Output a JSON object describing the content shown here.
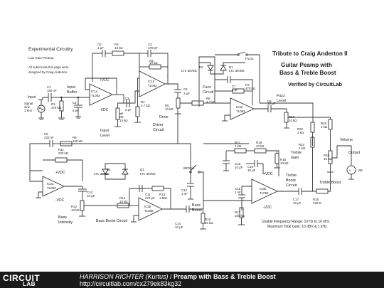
{
  "header": {
    "title": "Experimental Circuitry",
    "subtitle": "Low-Gain Preamp",
    "note_line1": "All subcircuits this page were",
    "note_line2": "designed by Craig Anderton."
  },
  "tribute": {
    "title": "Tribute to Craig Anderton II",
    "subtitle_line1": "Guitar Peamp with",
    "subtitle_line2": "Bass & Treble Boost",
    "verified": "Verified by CircuitLab"
  },
  "blocks": {
    "input": "Input",
    "input_buffer_1": "Input",
    "input_buffer_2": "Buffer",
    "input_level_1": "Input",
    "input_level_2": "Level",
    "driver_1": "Driver",
    "driver_2": "Circuit",
    "drive": "Drive",
    "fuzz_circuit_1": "Fuzz",
    "fuzz_circuit_2": "Circuit",
    "fuzz_level_1": "Fuzz",
    "fuzz_level_2": "Level",
    "volume": "Volume",
    "output": "Output",
    "treble_gain_1": "Treble",
    "treble_gain_2": "Gain",
    "treble_boost_circuit_1": "Treble",
    "treble_boost_circuit_2": "Boost",
    "treble_boost_circuit_3": "Circuit",
    "treble_boost": "Treble Boost",
    "bass_intensity_1": "Bass",
    "bass_intensity_2": "Intensity",
    "bass_boost_circuit": "Bass Boost Circuit",
    "bass_boost_1": "Bass",
    "bass_boost_2": "Boost",
    "bbtone": "BBTone",
    "fuzz1": "Fuzz1",
    "vm": "VM",
    "signal_1": "Signal",
    "signal_2": "sine",
    "signal_3": "1 kHz"
  },
  "rails": {
    "vdc_pos": "+VDC",
    "vdc_neg": "-VDC"
  },
  "opamps": {
    "ic1a": "IC1a",
    "ic1a_part": "TL082",
    "ic1b": "IC1b",
    "ic1b_part": "TL082",
    "ic3a": "IC3a",
    "ic3a_part": "TL082",
    "ic2a": "IC2a",
    "ic2a_part": "TL082",
    "ic2b": "IC2b",
    "ic2b_part": "TL082",
    "ic3b": "IC3b",
    "ic3b_part": "TL082"
  },
  "components": {
    "c1": "C1",
    "c1_val": "100 nF",
    "r1": "R1",
    "r1_val": "470 kΩ",
    "c2": "C2",
    "c2_val": "5 pF",
    "c5": "C5",
    "c5_val": "1 μF",
    "r3": "R3",
    "r3_val": "10 kΩ",
    "c4": "C4",
    "c4_val": "470 pF",
    "r2": "R2",
    "r2_val": "10 kΩ",
    "c3": "C3",
    "c3_val": "2 μF",
    "r4": "R4",
    "r4_val": "4.7 kΩ",
    "c6": "C6",
    "c6_val": "2 μF",
    "r5": "R5",
    "r5_val": "10 kΩ",
    "r6": "R6",
    "r6_val": "10 kΩ",
    "d2": "D2",
    "d2_part": "LTL-307EE",
    "d1": "D1",
    "d1_part": "LTL-307EE",
    "c7": "C7",
    "c7_val": "5 pF",
    "r7": "R7",
    "r7_val": "470 kΩ",
    "r8": "R8",
    "r8_val": "4.7 kΩ",
    "c8": "C8",
    "c8_val": "10 μF",
    "r10": "R10",
    "r10_val": "10 kΩ",
    "r25": "R25",
    "r25_val": "1 kΩ",
    "r22": "R22",
    "r22_val": "1 kΩ",
    "r23": "R23",
    "r23_val": "1 kΩ",
    "r26": "R26",
    "r26_val": "10 kΩ",
    "c9": "C9",
    "c9_val": "220 nF",
    "r9": "R9",
    "r9_val": "100 kΩ",
    "r11": "R11",
    "r11_val": "220 kΩ",
    "c10": "C10",
    "c10_val": "10 μF",
    "r12": "R12",
    "r12_val": "10 kΩ",
    "d4": "D4",
    "d4_part": "LTL-307EE",
    "d3": "D3",
    "d3_part": "LTL-307EE",
    "c11": "C11",
    "c11_val": "270 pF",
    "r13": "R13",
    "r13_val": "1 MΩ",
    "c12": "C12",
    "c12_val": "1 nF",
    "r14": "R14",
    "r14_val": "10 kΩ",
    "c14": "C14",
    "c14_val": "10 μF",
    "r16": "R16",
    "r16_val": "10 kΩ",
    "r21": "R21",
    "r21_val": "1 kΩ",
    "r19": "R19",
    "r19_val": "10 kΩ",
    "r18": "R18",
    "r18_val": "10 kΩ",
    "c18": "C18",
    "c18_val": "10 μF",
    "c16": "C16",
    "c16_val": "10 μF",
    "c15": "C15",
    "c15_val": "1 nF",
    "r17": "R17",
    "r17_val": "100 kΩ",
    "c17": "C17",
    "c17_val": "10 μF",
    "r15": "R15",
    "r15_val": "100 Ω"
  },
  "notes": {
    "freq": "Usable Frequency Range: 10 Hz to 10 kHz.",
    "gain": "Maximum Total Gain: 10 dBV & 1 kHz."
  },
  "footer": {
    "logo_top": "CIRCUIT",
    "logo_bottom": "LAB",
    "author": "HARRISON RICHTER (Kurtus)",
    "separator": " / ",
    "circuit_title": "Preamp with Bass & Treble Boost",
    "url": "http://circuitlab.com/cx279ek83kg32"
  }
}
